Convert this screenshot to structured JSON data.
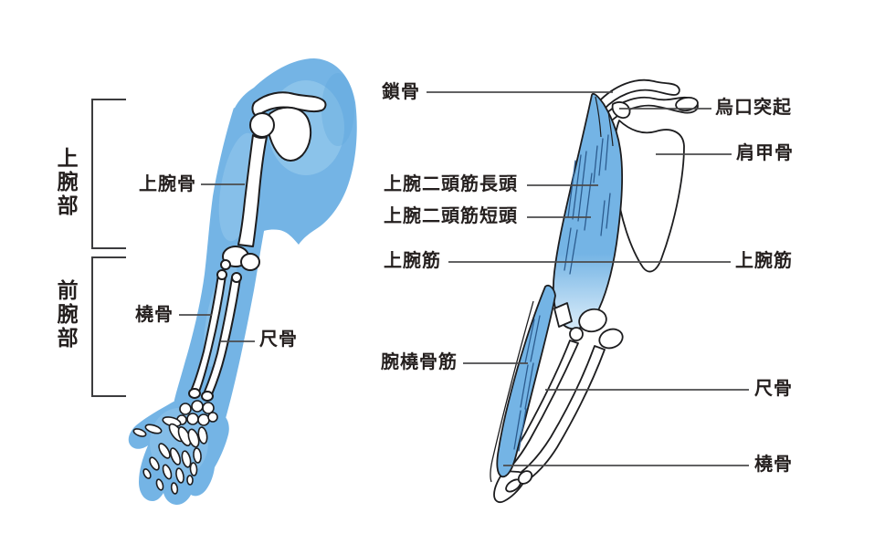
{
  "figure_type": "anatomical-diagram-arm",
  "labels": {
    "upper_arm_region": "上腕部",
    "forearm_region": "前腕部",
    "humerus_l": "上腕骨",
    "radius_l": "橈骨",
    "ulna_l": "尺骨",
    "clavicle": "鎖骨",
    "coracoid_process": "烏口突起",
    "scapula": "肩甲骨",
    "biceps_long_head": "上腕二頭筋長頭",
    "biceps_short_head": "上腕二頭筋短頭",
    "brachialis_left": "上腕筋",
    "brachialis_right": "上腕筋",
    "brachioradialis": "腕橈骨筋",
    "ulna_r": "尺骨",
    "radius_r": "橈骨"
  },
  "colors": {
    "background": "#ffffff",
    "highlight_blue": "#74b4e5",
    "highlight_blue_light": "#a9d4f0",
    "muscle_hatch": "#2c5c8f",
    "bone_fill": "#ffffff",
    "outline_black": "#1d1d1f",
    "leader_line_gray": "#4b4b4d",
    "label_text": "#241f1e"
  }
}
